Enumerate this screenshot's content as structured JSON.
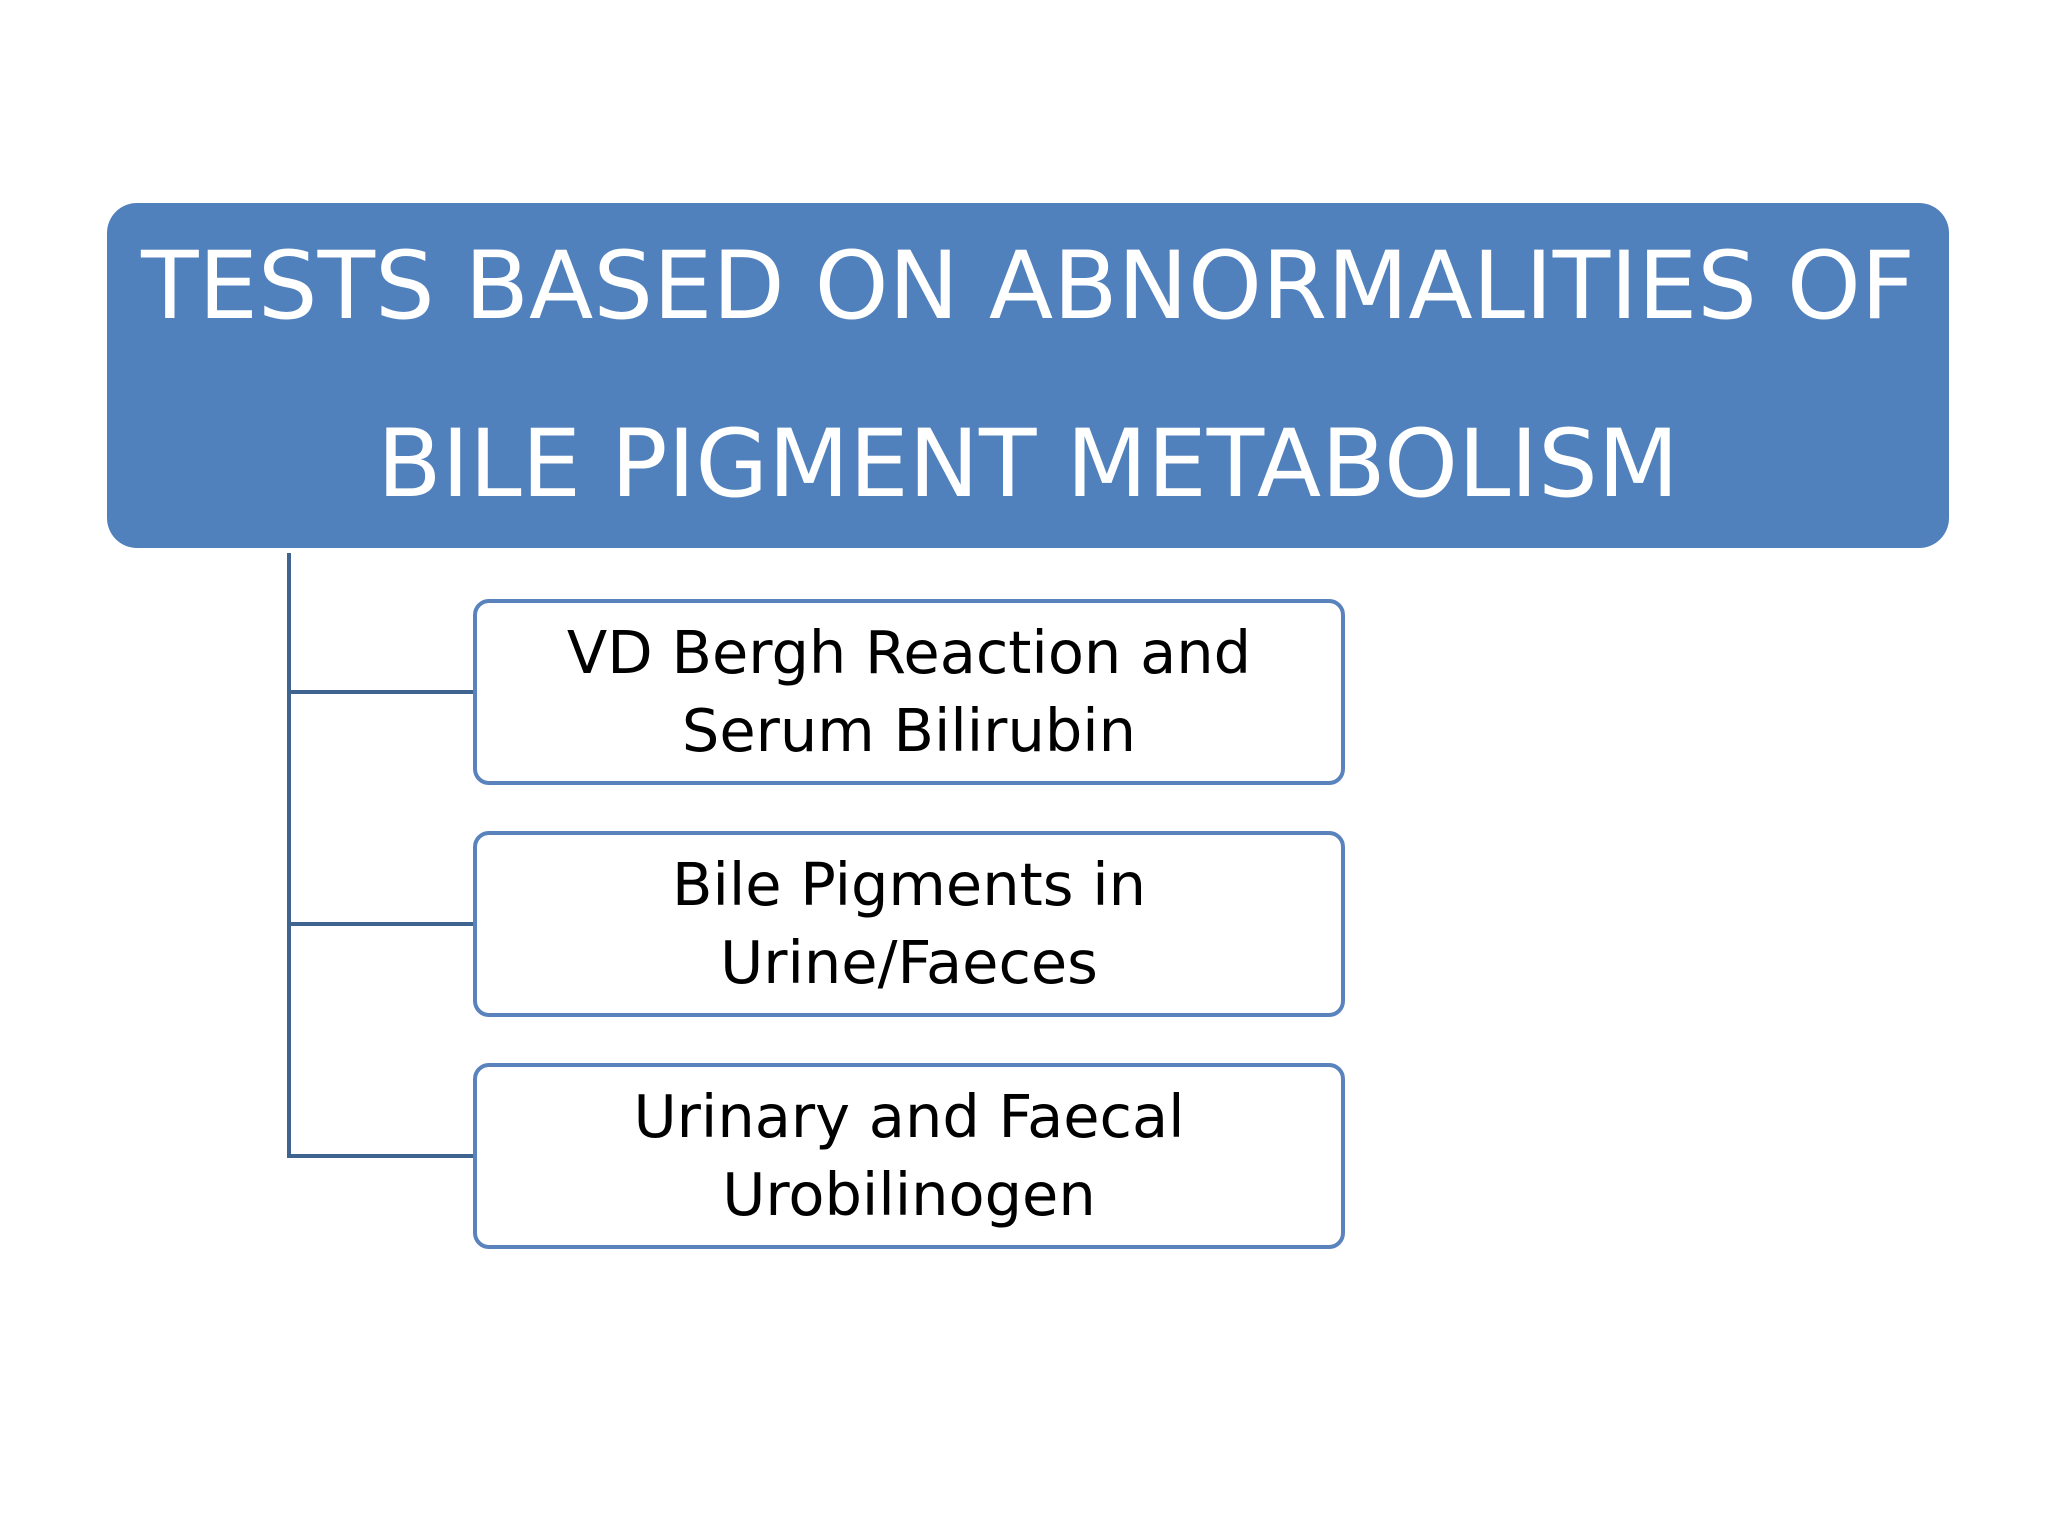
{
  "diagram": {
    "root": {
      "lines": [
        "TESTS BASED ON ABNORMALITIES OF",
        "BILE PIGMENT METABOLISM"
      ]
    },
    "children": [
      {
        "lines": [
          "VD Bergh Reaction and",
          "Serum Bilirubin"
        ]
      },
      {
        "lines": [
          "Bile Pigments in",
          "Urine/Faeces"
        ]
      },
      {
        "lines": [
          "Urinary and Faecal",
          "Urobilinogen"
        ]
      }
    ]
  },
  "colors": {
    "header_fill": "#5081bd",
    "header_text": "#ffffff",
    "child_border": "#5a82bd",
    "connector": "#3f6490",
    "child_text": "#000000"
  }
}
